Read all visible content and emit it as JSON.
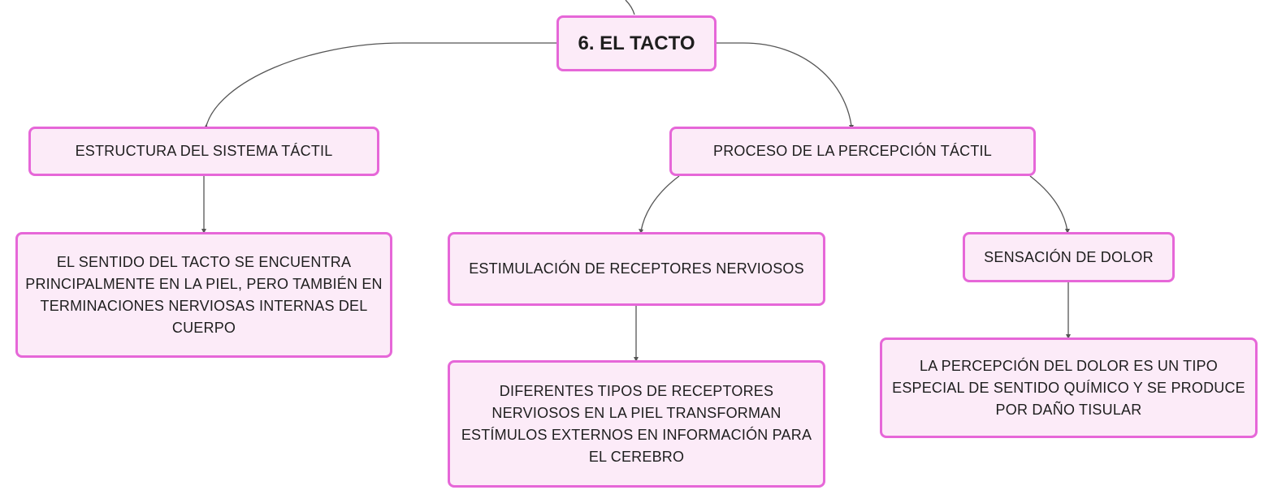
{
  "diagram": {
    "root": {
      "label": "6. EL TACTO"
    },
    "branches": [
      {
        "label": "ESTRUCTURA DEL SISTEMA TÁCTIL",
        "children": [
          {
            "label": "EL SENTIDO DEL TACTO SE ENCUENTRA PRINCIPALMENTE EN LA PIEL, PERO TAMBIÉN EN TERMINACIONES NERVIOSAS INTERNAS DEL CUERPO"
          }
        ]
      },
      {
        "label": "PROCESO DE LA PERCEPCIÓN TÁCTIL",
        "children": [
          {
            "label": "ESTIMULACIÓN DE RECEPTORES NERVIOSOS",
            "children": [
              {
                "label": "DIFERENTES TIPOS DE RECEPTORES NERVIOSOS EN LA PIEL TRANSFORMAN ESTÍMULOS EXTERNOS EN INFORMACIÓN PARA EL CEREBRO"
              }
            ]
          },
          {
            "label": "SENSACIÓN DE DOLOR",
            "children": [
              {
                "label": "LA PERCEPCIÓN DEL DOLOR ES UN TIPO ESPECIAL DE SENTIDO QUÍMICO Y SE PRODUCE POR DAÑO TISULAR"
              }
            ]
          }
        ]
      }
    ]
  },
  "colors": {
    "node_fill": "#fcebf8",
    "node_border": "#e667d8",
    "connector": "#555555",
    "text": "#1e1e1e"
  }
}
